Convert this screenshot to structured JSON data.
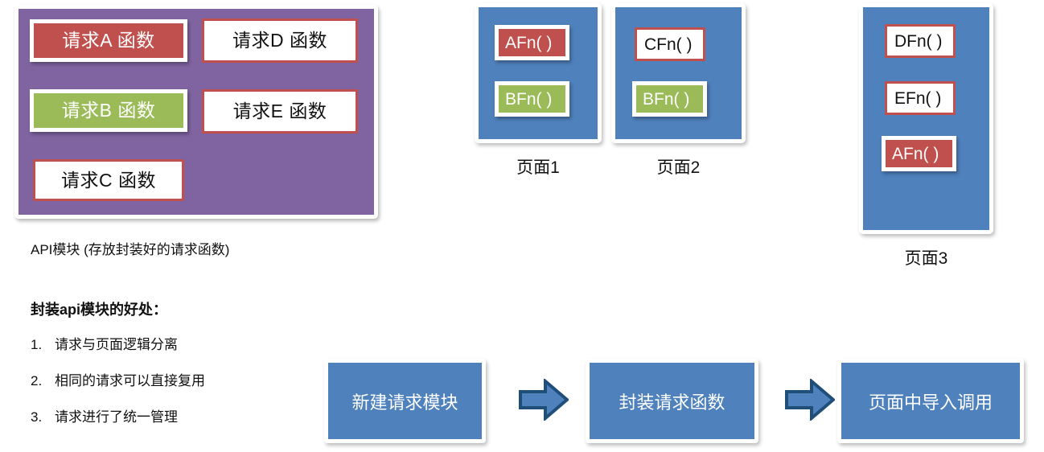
{
  "diagram": {
    "title_text": "",
    "colors": {
      "purple_module": "#8064A2",
      "blue_page": "#4F81BD",
      "red_fill": "#C0504D",
      "green_fill": "#9BBB59",
      "white": "#FFFFFF",
      "arrow_fill": "#4F81BD",
      "arrow_border": "#1F4E79",
      "text_dark": "#111111"
    }
  },
  "api_module": {
    "caption": "API模块 (存放封装好的请求函数)",
    "functions": [
      {
        "label": "请求A 函数",
        "style": "filled-red"
      },
      {
        "label": "请求B 函数",
        "style": "filled-green"
      },
      {
        "label": "请求C 函数",
        "style": "outline-red"
      },
      {
        "label": "请求D 函数",
        "style": "outline-red"
      },
      {
        "label": "请求E 函数",
        "style": "outline-red"
      }
    ]
  },
  "pages": [
    {
      "label": "页面1",
      "functions": [
        {
          "label": "AFn( )",
          "style": "filled-red"
        },
        {
          "label": "BFn( )",
          "style": "filled-green"
        }
      ]
    },
    {
      "label": "页面2",
      "functions": [
        {
          "label": "CFn( )",
          "style": "outline-red"
        },
        {
          "label": "BFn( )",
          "style": "filled-green"
        }
      ]
    },
    {
      "label": "页面3",
      "functions": [
        {
          "label": "DFn( )",
          "style": "outline-red"
        },
        {
          "label": "EFn( )",
          "style": "outline-red"
        },
        {
          "label": "AFn( )",
          "style": "filled-red"
        }
      ]
    }
  ],
  "benefits": {
    "title": "封装api模块的好处：",
    "items": [
      {
        "number": "1.",
        "text": "请求与页面逻辑分离"
      },
      {
        "number": "2.",
        "text": "相同的请求可以直接复用"
      },
      {
        "number": "3.",
        "text": "请求进行了统一管理"
      }
    ]
  },
  "flow": {
    "steps": [
      {
        "label": "新建请求模块"
      },
      {
        "label": "封装请求函数"
      },
      {
        "label": "页面中导入调用"
      }
    ],
    "arrow_icon": "arrow-right-icon"
  }
}
